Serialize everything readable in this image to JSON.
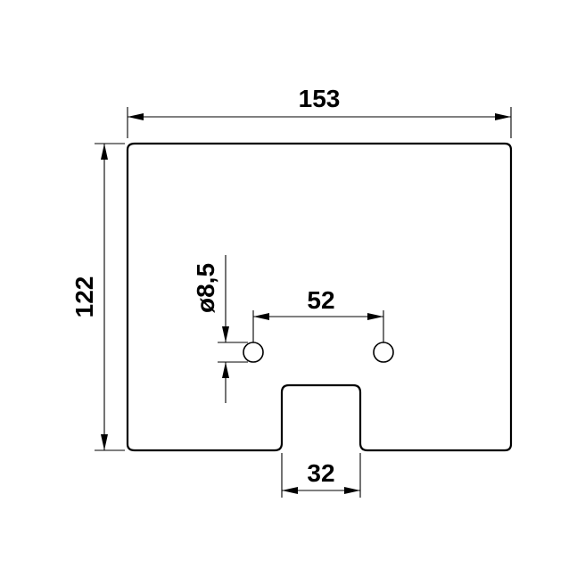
{
  "drawing": {
    "dimensions": {
      "overall_width": "153",
      "overall_height": "122",
      "hole_diameter": "ø8,5",
      "hole_spacing": "52",
      "notch_width": "32"
    }
  },
  "colors": {
    "line": "#000000",
    "background": "#ffffff"
  }
}
